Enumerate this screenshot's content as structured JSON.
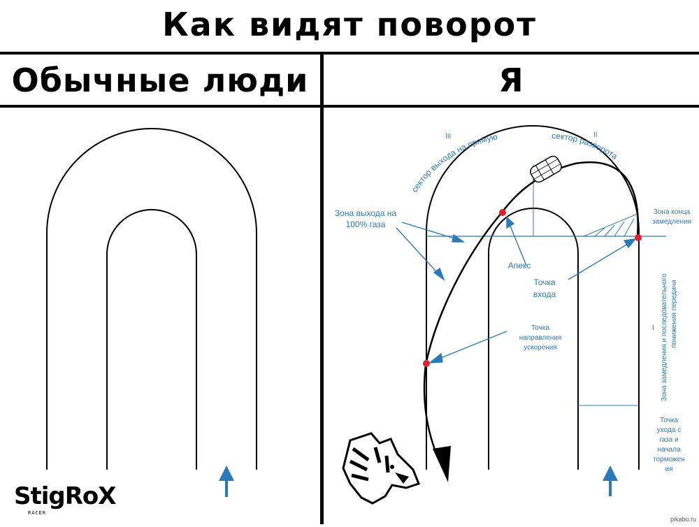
{
  "title": "Как видят поворот",
  "headers": {
    "left": "Обычные люди",
    "right": "Я"
  },
  "diagram": {
    "sector_iii": "III",
    "sector_ii": "II",
    "sector_i": "I",
    "exit_sector": "сектор выхода на прямую",
    "turn_sector": "сектор разворота",
    "exit_zone_line1": "Зона выхода на",
    "exit_zone_line2": "100% газа",
    "end_braking_line1": "Зона конца",
    "end_braking_line2": "замедления",
    "apex": "Апекс",
    "entry_point_line1": "Точка",
    "entry_point_line2": "входа",
    "accel_point_line1": "Точка",
    "accel_point_line2": "направления",
    "accel_point_line3": "ускорения",
    "braking_zone_line1": "Зона замедления и последовательного",
    "braking_zone_line2": "понижения передачи",
    "throttle_off_line1": "Точка",
    "throttle_off_line2": "ухода с",
    "throttle_off_line3": "газа и",
    "throttle_off_line4": "начала",
    "throttle_off_line5": "торможен",
    "throttle_off_line6": "ия",
    "accent_color": "#2a7ab8",
    "marker_color": "#e0202a"
  },
  "logo": {
    "name": "StigRoX",
    "sub": "RACER"
  },
  "watermark": "pikabu.ru"
}
